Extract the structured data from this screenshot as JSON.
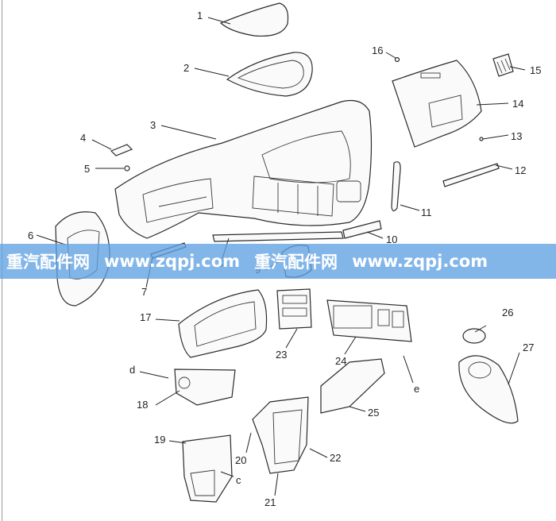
{
  "callouts": {
    "c1": "1",
    "c2": "2",
    "c3": "3",
    "c4": "4",
    "c5": "5",
    "c6": "6",
    "c7": "7",
    "c8": "8",
    "c9": "9",
    "c10": "10",
    "c11": "11",
    "c12": "12",
    "c13": "13",
    "c14": "14",
    "c15": "15",
    "c16": "16",
    "c17": "17",
    "c18": "18",
    "c19": "19",
    "c20": "20",
    "c21": "21",
    "c22": "22",
    "c23": "23",
    "c24": "24",
    "c25": "25",
    "c26": "26",
    "c27": "27",
    "cd": "d",
    "ce": "e",
    "cc": "c"
  },
  "watermark": {
    "cn1": "重汽配件网",
    "url1": "www.zqpj.com",
    "cn2": "重汽配件网",
    "url2": "www.zqpj.com",
    "color": "#5fa0e1"
  }
}
